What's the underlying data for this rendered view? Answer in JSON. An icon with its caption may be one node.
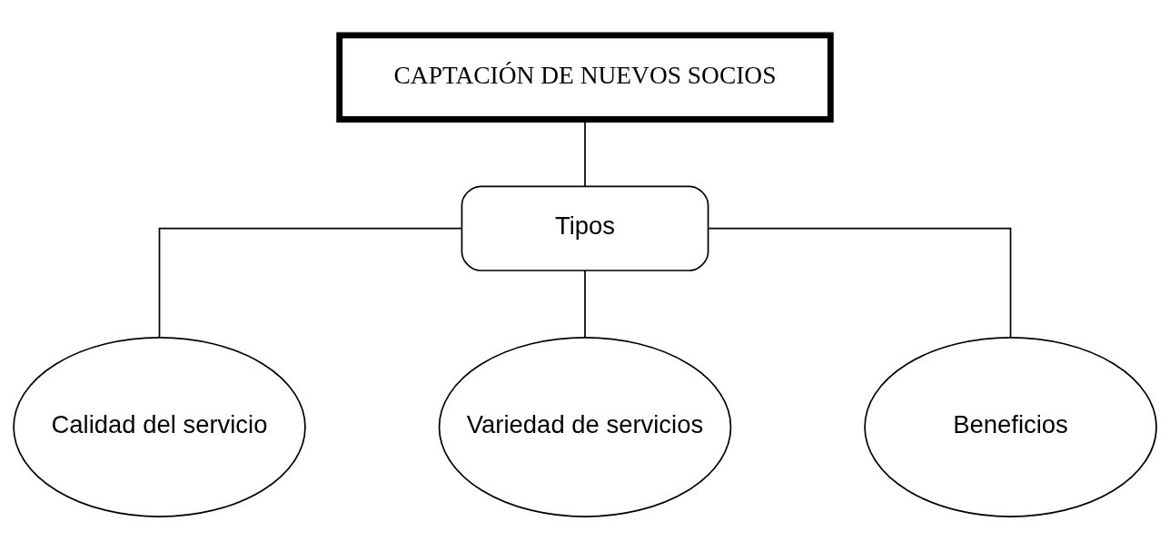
{
  "diagram": {
    "nodes": [
      {
        "text": [
          "CAPTACIÓN DE NUEVOS SOCIOS"
        ]
      },
      {
        "text": [
          "Tipos"
        ]
      },
      {
        "text": [
          "Calidad del servicio"
        ]
      },
      {
        "text": [
          "Variedad de servicios"
        ]
      },
      {
        "text": [
          "Beneficios"
        ]
      }
    ],
    "edges": [
      {
        "from": 0,
        "to": 1,
        "arrow": "none"
      },
      {
        "from": 1,
        "to": 2,
        "arrow": "none"
      },
      {
        "from": 1,
        "to": 3,
        "arrow": "none"
      },
      {
        "from": 1,
        "to": 4,
        "arrow": "none"
      }
    ]
  }
}
